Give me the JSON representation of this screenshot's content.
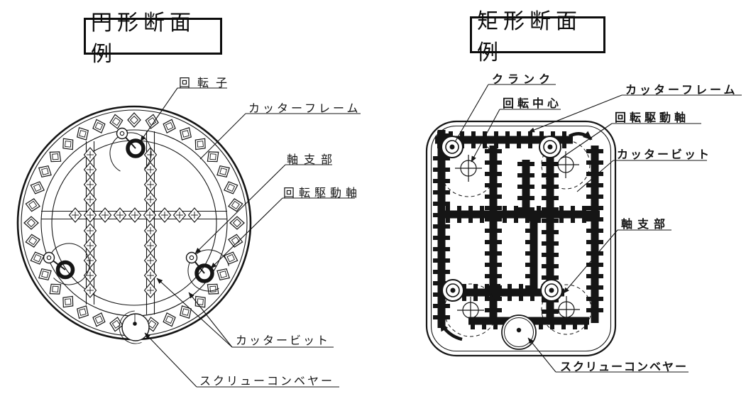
{
  "left_panel": {
    "title": "円形断面例",
    "labels": {
      "rotor": "回転子",
      "cutter_frame": "カッターフレーム",
      "shaft_support": "軸支部",
      "rotary_drive_shaft": "回転駆動軸",
      "cutter_bit": "カッタービット",
      "screw_conveyor": "スクリューコンベヤー"
    }
  },
  "right_panel": {
    "title": "矩形断面例",
    "labels": {
      "crank": "クランク",
      "rotation_center": "回転中心",
      "cutter_frame": "カッターフレーム",
      "rotary_drive_shaft": "回転駆動軸",
      "cutter_bit": "カッタービット",
      "shaft_support": "軸支部",
      "screw_conveyor": "スクリューコンベヤー"
    }
  },
  "colors": {
    "ink": "#151515",
    "background": "#ffffff"
  }
}
